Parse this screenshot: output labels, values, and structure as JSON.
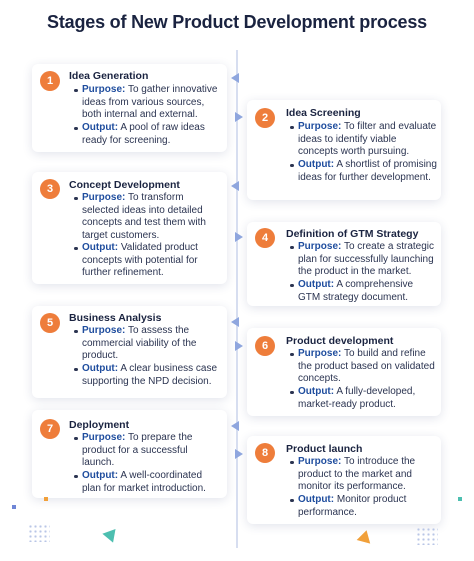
{
  "title": "Stages of New Product Development process",
  "labels": {
    "purpose": "Purpose:",
    "output": "Output:"
  },
  "colors": {
    "accent": "#ee7d3b",
    "keyword": "#1f4d9e",
    "arrow": "#8fa6de",
    "title": "#1a2340"
  },
  "stages": [
    {
      "number": "1",
      "title": "Idea Generation",
      "purpose": "To gather innovative ideas from various sources, both internal and external.",
      "output": "A pool of raw ideas ready for screening."
    },
    {
      "number": "2",
      "title": "Idea Screening",
      "purpose": "To filter and evaluate ideas to identify viable concepts worth pursuing.",
      "output": "A shortlist of promising ideas for further development."
    },
    {
      "number": "3",
      "title": "Concept Development",
      "purpose": "To transform selected ideas into detailed concepts and test them with target customers.",
      "output": "Validated product concepts with potential for further refinement."
    },
    {
      "number": "4",
      "title": "Definition of GTM Strategy",
      "purpose": "To create a strategic plan for successfully launching the product in the market.",
      "output": "A comprehensive GTM strategy document."
    },
    {
      "number": "5",
      "title": "Business Analysis",
      "purpose": "To assess the commercial viability of the product.",
      "output": "A clear business case supporting the NPD decision."
    },
    {
      "number": "6",
      "title": "Product development",
      "purpose": "To build and refine the product based on validated concepts.",
      "output": "A fully-developed, market-ready product."
    },
    {
      "number": "7",
      "title": "Deployment",
      "purpose": "To prepare the product for a successful launch.",
      "output": "A well-coordinated plan for market introduction."
    },
    {
      "number": "8",
      "title": "Product launch",
      "purpose": "To introduce the product to the market and monitor its performance.",
      "output": "Monitor product performance."
    }
  ]
}
